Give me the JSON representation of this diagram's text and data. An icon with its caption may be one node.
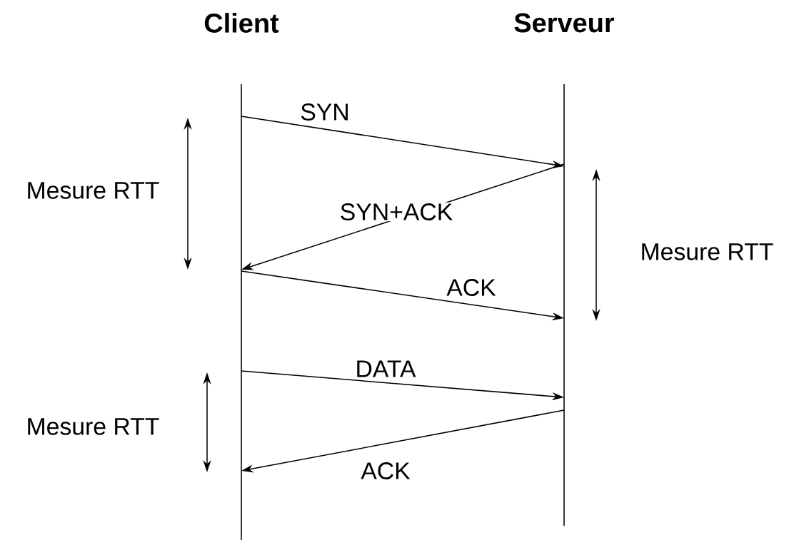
{
  "diagram": {
    "nodes": [
      {
        "text": [
          "Client"
        ]
      },
      {
        "text": [
          "Serveur"
        ]
      }
    ],
    "edges": [
      {
        "from": 0,
        "to": 1,
        "arrow": "to",
        "label": "SYN"
      },
      {
        "from": 1,
        "to": 0,
        "arrow": "to",
        "label": "SYN+ACK"
      },
      {
        "from": 0,
        "to": 1,
        "arrow": "to",
        "label": "ACK"
      },
      {
        "from": 0,
        "to": 1,
        "arrow": "to",
        "label": "DATA"
      },
      {
        "from": 1,
        "to": 0,
        "arrow": "to",
        "label": "ACK"
      }
    ],
    "labels": [
      "Mesure RTT",
      "Mesure RTT",
      "Mesure RTT"
    ]
  }
}
